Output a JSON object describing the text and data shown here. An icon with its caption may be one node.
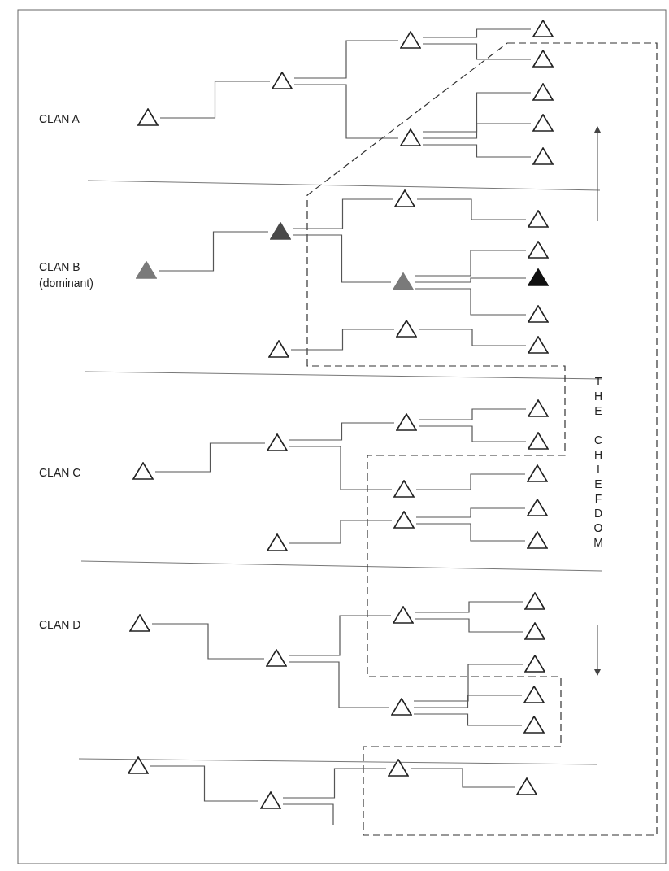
{
  "diagram": {
    "nodes": [
      {
        "text": [],
        "shape": "triangle"
      },
      {
        "text": [],
        "shape": "triangle"
      },
      {
        "text": [],
        "shape": "triangle"
      },
      {
        "text": [],
        "shape": "triangle"
      },
      {
        "text": [],
        "shape": "triangle"
      },
      {
        "text": [],
        "shape": "triangle"
      },
      {
        "text": [],
        "shape": "triangle"
      },
      {
        "text": [],
        "shape": "triangle"
      },
      {
        "text": [],
        "shape": "triangle"
      },
      {
        "text": [],
        "shape": "triangle"
      },
      {
        "text": [],
        "shape": "triangle"
      },
      {
        "text": [],
        "shape": "triangle"
      },
      {
        "text": [],
        "shape": "triangle"
      },
      {
        "text": [],
        "shape": "triangle"
      },
      {
        "text": [],
        "shape": "triangle"
      },
      {
        "text": [],
        "shape": "triangle"
      },
      {
        "text": [],
        "shape": "triangle"
      },
      {
        "text": [],
        "shape": "triangle"
      },
      {
        "text": [],
        "shape": "triangle"
      },
      {
        "text": [],
        "shape": "triangle"
      },
      {
        "text": [],
        "shape": "triangle"
      },
      {
        "text": [],
        "shape": "triangle"
      },
      {
        "text": [],
        "shape": "triangle"
      },
      {
        "text": [],
        "shape": "triangle"
      },
      {
        "text": [],
        "shape": "triangle"
      },
      {
        "text": [],
        "shape": "triangle"
      },
      {
        "text": [],
        "shape": "triangle"
      },
      {
        "text": [],
        "shape": "triangle"
      },
      {
        "text": [],
        "shape": "triangle"
      },
      {
        "text": [],
        "shape": "triangle"
      },
      {
        "text": [],
        "shape": "triangle"
      },
      {
        "text": [],
        "shape": "triangle"
      },
      {
        "text": [],
        "shape": "triangle"
      },
      {
        "text": [],
        "shape": "triangle"
      },
      {
        "text": [],
        "shape": "triangle"
      },
      {
        "text": [],
        "shape": "triangle"
      },
      {
        "text": [],
        "shape": "triangle"
      },
      {
        "text": [],
        "shape": "triangle"
      },
      {
        "text": [],
        "shape": "triangle"
      },
      {
        "text": [],
        "shape": "triangle"
      },
      {
        "text": [],
        "shape": "triangle"
      },
      {
        "text": [],
        "shape": "triangle"
      },
      {
        "text": [],
        "shape": "triangle"
      },
      {
        "text": [],
        "shape": "triangle"
      }
    ],
    "edges": [
      {
        "from": 0,
        "to": 1,
        "arrow": "none"
      },
      {
        "from": 1,
        "to": 2,
        "arrow": "none"
      },
      {
        "from": 1,
        "to": 3,
        "arrow": "none"
      },
      {
        "from": 2,
        "to": 4,
        "arrow": "none"
      },
      {
        "from": 2,
        "to": 5,
        "arrow": "none"
      },
      {
        "from": 3,
        "to": 6,
        "arrow": "none"
      },
      {
        "from": 3,
        "to": 7,
        "arrow": "none"
      },
      {
        "from": 3,
        "to": 8,
        "arrow": "none"
      },
      {
        "from": 9,
        "to": 10,
        "arrow": "none"
      },
      {
        "from": 10,
        "to": 11,
        "arrow": "none"
      },
      {
        "from": 10,
        "to": 12,
        "arrow": "none"
      },
      {
        "from": 11,
        "to": 13,
        "arrow": "none"
      },
      {
        "from": 12,
        "to": 14,
        "arrow": "none"
      },
      {
        "from": 12,
        "to": 15,
        "arrow": "none"
      },
      {
        "from": 12,
        "to": 16,
        "arrow": "none"
      },
      {
        "from": 18,
        "to": 19,
        "arrow": "none"
      },
      {
        "from": 19,
        "to": 17,
        "arrow": "none"
      },
      {
        "from": 20,
        "to": 21,
        "arrow": "none"
      },
      {
        "from": 21,
        "to": 22,
        "arrow": "none"
      },
      {
        "from": 21,
        "to": 23,
        "arrow": "none"
      },
      {
        "from": 22,
        "to": 24,
        "arrow": "none"
      },
      {
        "from": 22,
        "to": 25,
        "arrow": "none"
      },
      {
        "from": 23,
        "to": 26,
        "arrow": "none"
      },
      {
        "from": 28,
        "to": 27,
        "arrow": "none"
      },
      {
        "from": 27,
        "to": 29,
        "arrow": "none"
      },
      {
        "from": 27,
        "to": 30,
        "arrow": "none"
      },
      {
        "from": 31,
        "to": 32,
        "arrow": "none"
      },
      {
        "from": 32,
        "to": 33,
        "arrow": "none"
      },
      {
        "from": 32,
        "to": 34,
        "arrow": "none"
      },
      {
        "from": 33,
        "to": 35,
        "arrow": "none"
      },
      {
        "from": 33,
        "to": 36,
        "arrow": "none"
      },
      {
        "from": 34,
        "to": 37,
        "arrow": "none"
      },
      {
        "from": 34,
        "to": 38,
        "arrow": "none"
      },
      {
        "from": 34,
        "to": 39,
        "arrow": "none"
      },
      {
        "from": 40,
        "to": 41,
        "arrow": "none"
      },
      {
        "from": 41,
        "to": 42,
        "arrow": "none"
      },
      {
        "from": 41,
        "to": null,
        "arrow": "none"
      },
      {
        "from": 42,
        "to": 43,
        "arrow": "none"
      }
    ],
    "labels": [
      "CLAN A",
      "CLAN B (dominant)",
      "CLAN C",
      "CLAN D",
      "THE CHIEFDOM"
    ]
  }
}
